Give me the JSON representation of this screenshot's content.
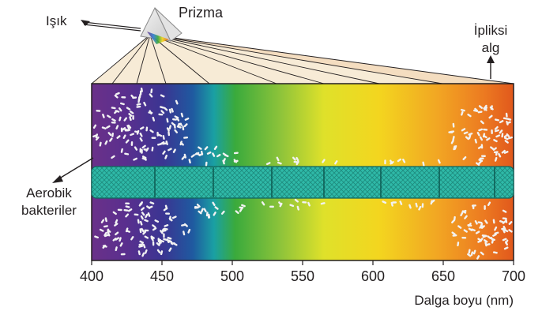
{
  "labels": {
    "light": "Işık",
    "prism": "Prizma",
    "alga_line1": "İpliksi",
    "alga_line2": "alg",
    "bacteria_line1": "Aerobik",
    "bacteria_line2": "bakteriler",
    "axis_title": "Dalga boyu (nm)"
  },
  "axis": {
    "ticks": [
      "400",
      "450",
      "500",
      "550",
      "600",
      "650",
      "700"
    ]
  },
  "colors": {
    "filament": "#2fb9a8",
    "bacteria": "#f2f2f2",
    "beam": "#e9d3a8",
    "background": "#ffffff"
  },
  "icons": {
    "light_arrow": "arrow-icon",
    "prism": "prism-icon",
    "alga_arrow": "up-arrow-icon",
    "bacteria_arrow": "down-left-arrow-icon"
  }
}
